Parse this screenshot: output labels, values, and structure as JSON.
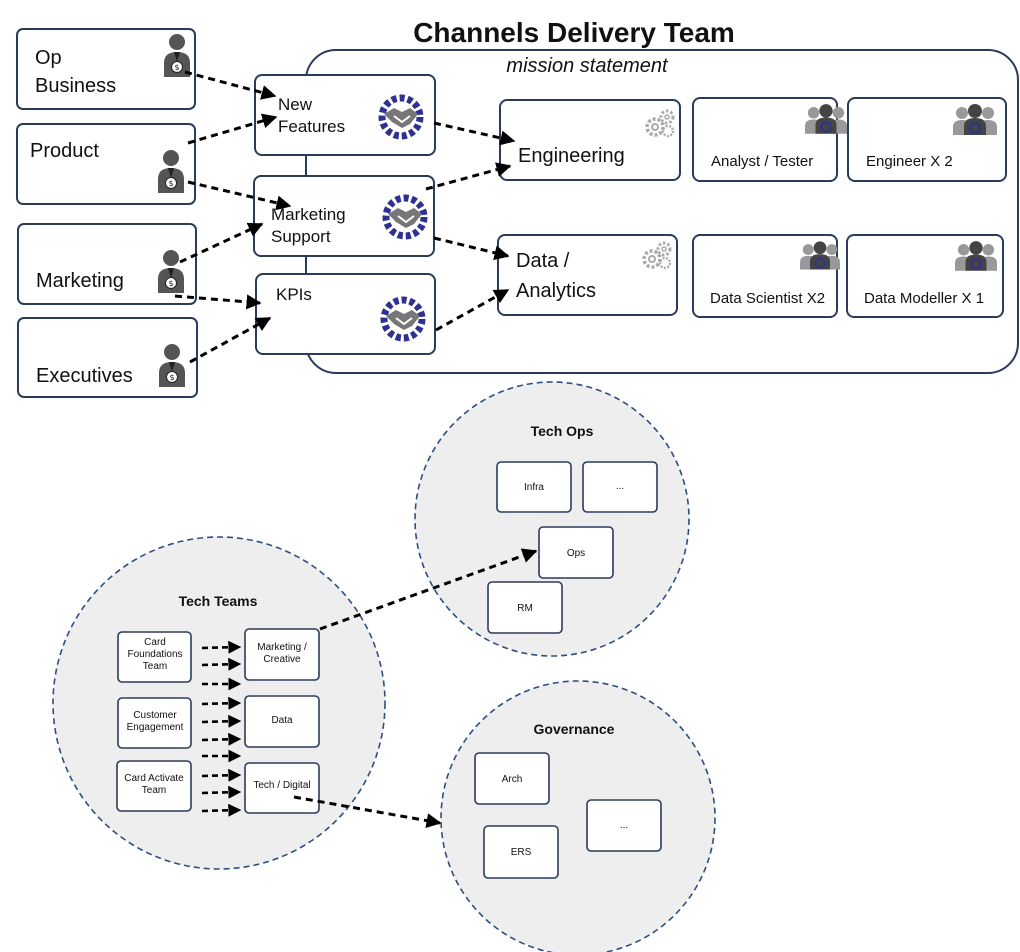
{
  "title": "Channels Delivery Team",
  "mission": "mission statement",
  "stakeholders": [
    {
      "name": "stakeholder-op-business",
      "lines": [
        "Op",
        "Business"
      ]
    },
    {
      "name": "stakeholder-product",
      "lines": [
        "Product"
      ]
    },
    {
      "name": "stakeholder-marketing",
      "lines": [
        "Marketing"
      ]
    },
    {
      "name": "stakeholder-executives",
      "lines": [
        "Executives"
      ]
    }
  ],
  "deliverables": [
    {
      "name": "deliverable-new-features",
      "lines": [
        "New",
        "Features"
      ]
    },
    {
      "name": "deliverable-marketing-support",
      "lines": [
        "Marketing",
        "Support"
      ]
    },
    {
      "name": "deliverable-kpis",
      "lines": [
        "KPIs"
      ]
    }
  ],
  "functions": [
    {
      "name": "function-engineering",
      "lines": [
        "Engineering"
      ]
    },
    {
      "name": "function-data-analytics",
      "lines": [
        "Data /",
        "Analytics"
      ]
    }
  ],
  "roles": [
    {
      "name": "role-analyst-tester",
      "label": "Analyst / Tester"
    },
    {
      "name": "role-engineer",
      "label": "Engineer X 2"
    },
    {
      "name": "role-data-scientist",
      "label": "Data Scientist X2"
    },
    {
      "name": "role-data-modeller",
      "label": "Data Modeller X 1"
    }
  ],
  "tech_ops": {
    "title": "Tech Ops",
    "items": [
      {
        "name": "techops-infra",
        "label": "Infra"
      },
      {
        "name": "techops-more",
        "label": "..."
      },
      {
        "name": "techops-ops",
        "label": "Ops"
      },
      {
        "name": "techops-rm",
        "label": "RM"
      }
    ]
  },
  "tech_teams": {
    "title": "Tech Teams",
    "teams": [
      {
        "name": "team-card-foundations",
        "lines": [
          "Card",
          "Foundations",
          "Team"
        ]
      },
      {
        "name": "team-customer-engagement",
        "lines": [
          "Customer",
          "Engagement"
        ]
      },
      {
        "name": "team-card-activate",
        "lines": [
          "Card Activate",
          "Team"
        ]
      }
    ],
    "areas": [
      {
        "name": "area-marketing-creative",
        "lines": [
          "Marketing /",
          "Creative"
        ]
      },
      {
        "name": "area-data",
        "lines": [
          "Data"
        ]
      },
      {
        "name": "area-tech-digital",
        "lines": [
          "Tech / Digital"
        ]
      }
    ]
  },
  "governance": {
    "title": "Governance",
    "items": [
      {
        "name": "governance-arch",
        "label": "Arch"
      },
      {
        "name": "governance-more",
        "label": "..."
      },
      {
        "name": "governance-ers",
        "label": "ERS"
      }
    ]
  },
  "colors": {
    "border": "#2b3b5c",
    "icon_gray": "#555555",
    "gear_blue": "#2e3192",
    "circle_fill": "#eeeeee"
  }
}
